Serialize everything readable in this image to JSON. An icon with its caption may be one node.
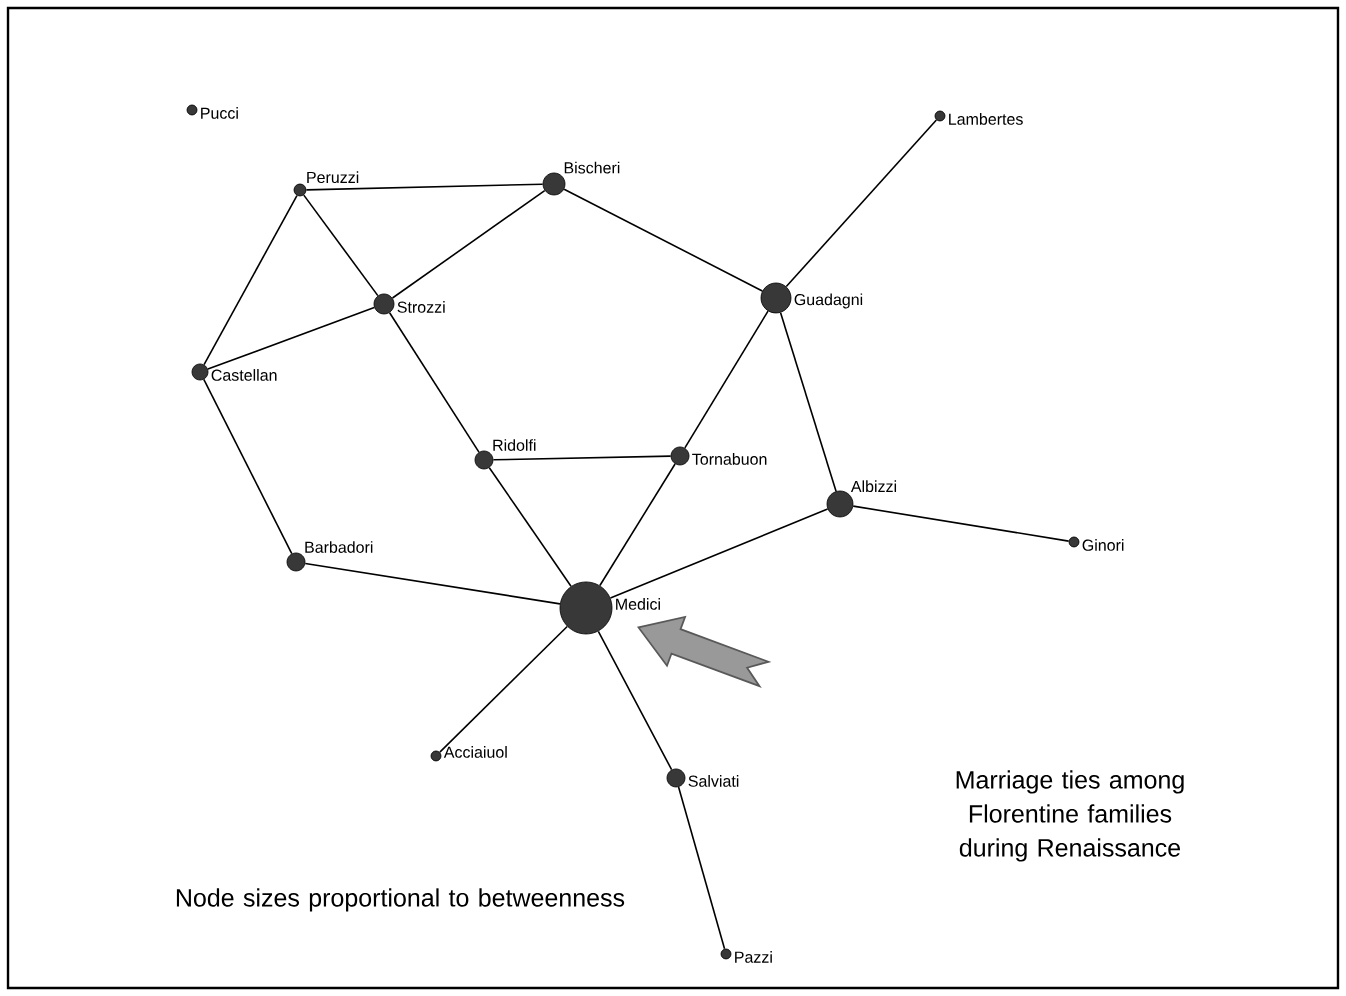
{
  "diagram": {
    "nodes": [
      {
        "text": [],
        "shape": "circle",
        "beside": [
          "Pucci"
        ]
      },
      {
        "text": [],
        "shape": "circle",
        "beside": [
          "Peruzzi"
        ]
      },
      {
        "text": [],
        "shape": "circle",
        "beside": [
          "Bischeri"
        ]
      },
      {
        "text": [],
        "shape": "circle",
        "beside": [
          "Lambertes"
        ]
      },
      {
        "text": [],
        "shape": "circle",
        "beside": [
          "Strozzi"
        ]
      },
      {
        "text": [],
        "shape": "circle",
        "beside": [
          "Guadagni"
        ]
      },
      {
        "text": [],
        "shape": "circle",
        "beside": [
          "Castellan"
        ]
      },
      {
        "text": [],
        "shape": "circle",
        "beside": [
          "Ridolfi"
        ]
      },
      {
        "text": [],
        "shape": "circle",
        "beside": [
          "Tornabuon"
        ]
      },
      {
        "text": [],
        "shape": "circle",
        "beside": [
          "Albizzi"
        ]
      },
      {
        "text": [],
        "shape": "circle",
        "beside": [
          "Ginori"
        ]
      },
      {
        "text": [],
        "shape": "circle",
        "beside": [
          "Barbadori"
        ]
      },
      {
        "text": [],
        "shape": "circle",
        "beside": [
          "Medici"
        ]
      },
      {
        "text": [],
        "shape": "circle",
        "beside": [
          "Acciaiuol"
        ]
      },
      {
        "text": [],
        "shape": "circle",
        "beside": [
          "Salviati"
        ]
      },
      {
        "text": [],
        "shape": "circle",
        "beside": [
          "Pazzi"
        ]
      }
    ],
    "edges": [
      {
        "from": 1,
        "to": 2,
        "arrow": "none"
      },
      {
        "from": 1,
        "to": 4,
        "arrow": "none"
      },
      {
        "from": 1,
        "to": 6,
        "arrow": "none"
      },
      {
        "from": 2,
        "to": 4,
        "arrow": "none"
      },
      {
        "from": 2,
        "to": 5,
        "arrow": "none"
      },
      {
        "from": 4,
        "to": 6,
        "arrow": "none"
      },
      {
        "from": 4,
        "to": 7,
        "arrow": "none"
      },
      {
        "from": 6,
        "to": 11,
        "arrow": "none"
      },
      {
        "from": 5,
        "to": 3,
        "arrow": "none"
      },
      {
        "from": 5,
        "to": 8,
        "arrow": "none"
      },
      {
        "from": 5,
        "to": 9,
        "arrow": "none"
      },
      {
        "from": 7,
        "to": 8,
        "arrow": "none"
      },
      {
        "from": 7,
        "to": 12,
        "arrow": "none"
      },
      {
        "from": 8,
        "to": 12,
        "arrow": "none"
      },
      {
        "from": 9,
        "to": 12,
        "arrow": "none"
      },
      {
        "from": 9,
        "to": 10,
        "arrow": "none"
      },
      {
        "from": 11,
        "to": 12,
        "arrow": "none"
      },
      {
        "from": 12,
        "to": 13,
        "arrow": "none"
      },
      {
        "from": 12,
        "to": 14,
        "arrow": "none"
      },
      {
        "from": 14,
        "to": 15,
        "arrow": "none"
      },
      {
        "from": null,
        "to": 12,
        "arrow": "to",
        "style": "thick",
        "color": "#999999"
      }
    ],
    "labels": [
      "Marriage ties among Florentine families during Renaissance",
      "Node sizes proportional to betweenness"
    ]
  }
}
